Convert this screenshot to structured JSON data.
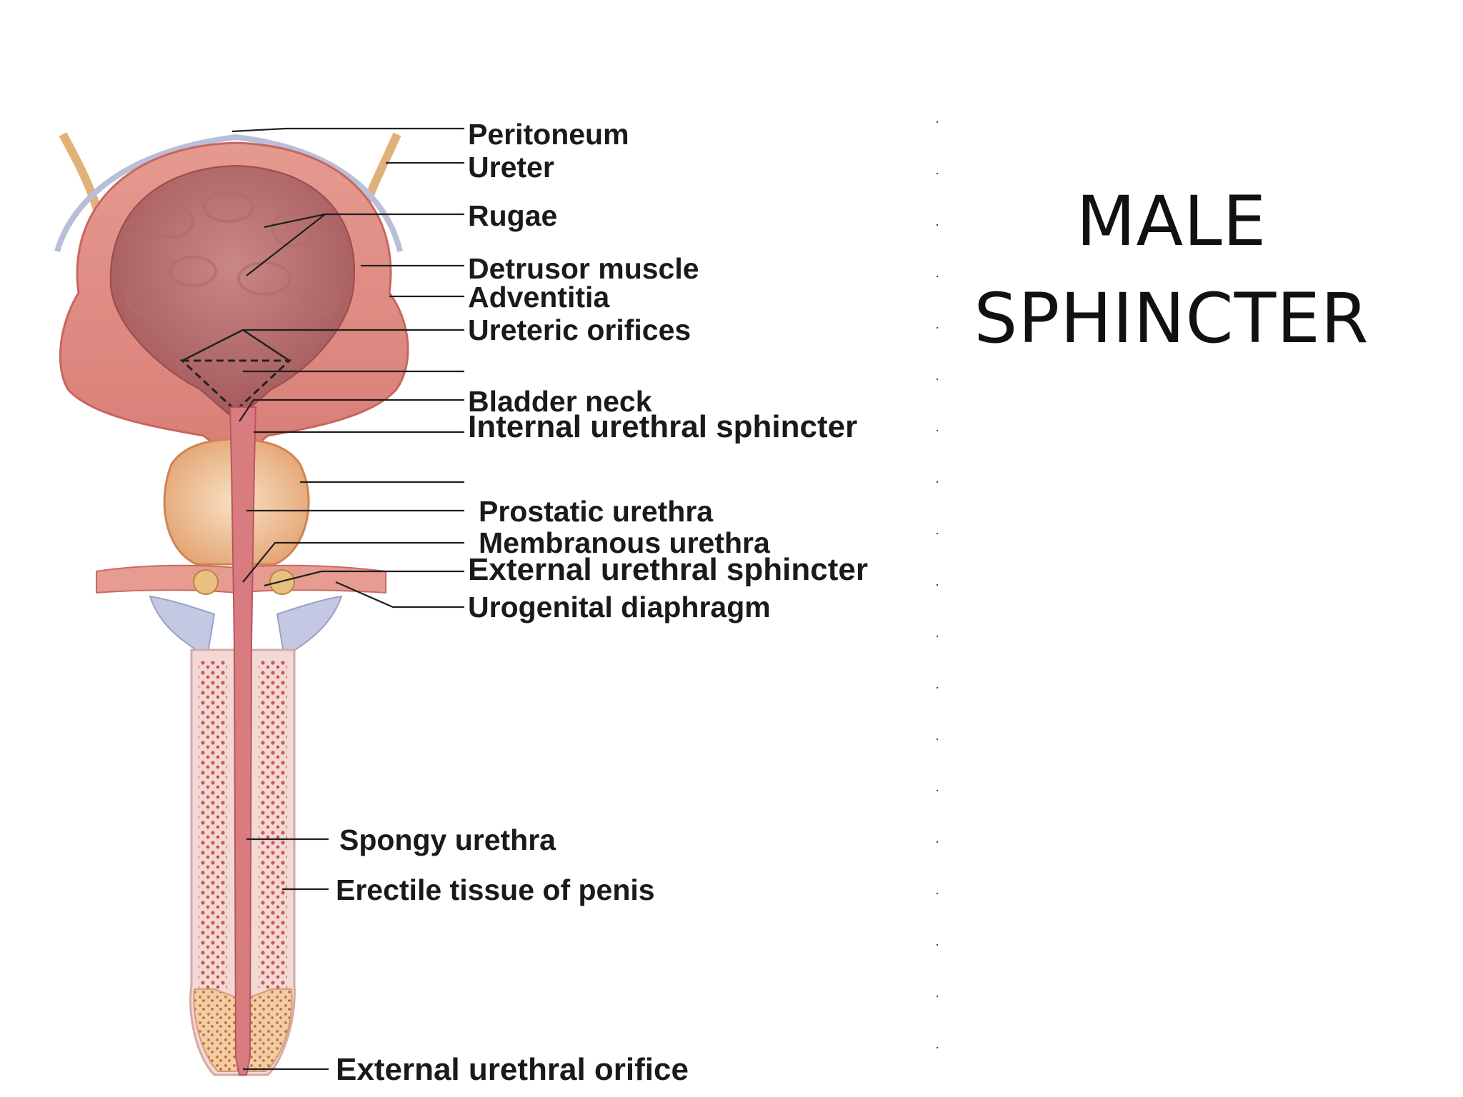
{
  "slide": {
    "title_line1": "MALE",
    "title_line2": "SPHINCTER"
  },
  "labels": {
    "peritoneum": "Peritoneum",
    "ureter": "Ureter",
    "rugae": "Rugae",
    "detrusor": "Detrusor muscle",
    "adventitia": "Adventitia",
    "ureteric_orifices": "Ureteric orifices",
    "bladder_neck": "Bladder neck",
    "internal_sphincter": "Internal urethral sphincter",
    "prostatic_urethra": "Prostatic urethra",
    "membranous_urethra": "Membranous urethra",
    "external_sphincter": "External urethral sphincter",
    "urogenital_diaphragm": "Urogenital diaphragm",
    "spongy_urethra": "Spongy urethra",
    "erectile_tissue": "Erectile tissue of penis",
    "external_orifice": "External urethral orifice"
  }
}
